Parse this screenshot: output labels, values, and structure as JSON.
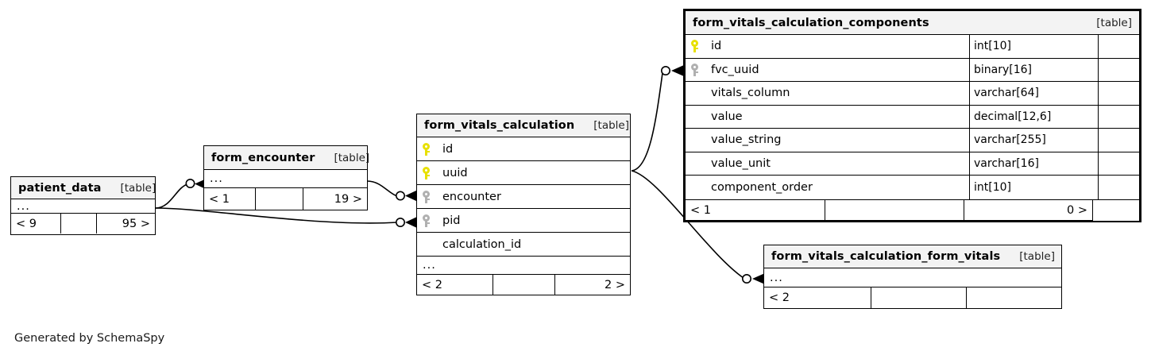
{
  "meta": {
    "credit": "Generated by SchemaSpy",
    "table_tag": "[table]",
    "ellipsis": "...",
    "colors": {
      "primary_key": "#e8e000",
      "foreign_key": "#b0b0b0",
      "header_bg": "#f3f3f3",
      "border": "#000000",
      "page_bg": "#ffffff"
    }
  },
  "tables": {
    "patient_data": {
      "name": "patient_data",
      "tag": "[table]",
      "rows": [
        {
          "name": "...",
          "type": "",
          "key": "none",
          "ellipsis": true
        }
      ],
      "footer": {
        "left": "< 9",
        "middle": "",
        "right": "95 >"
      }
    },
    "form_encounter": {
      "name": "form_encounter",
      "tag": "[table]",
      "rows": [
        {
          "name": "...",
          "type": "",
          "key": "none",
          "ellipsis": true
        }
      ],
      "footer": {
        "left": "< 1",
        "middle": "",
        "right": "19 >"
      }
    },
    "form_vitals_calculation": {
      "name": "form_vitals_calculation",
      "tag": "[table]",
      "rows": [
        {
          "name": "id",
          "type": "",
          "key": "pk",
          "ellipsis": false
        },
        {
          "name": "uuid",
          "type": "",
          "key": "pk",
          "ellipsis": false
        },
        {
          "name": "encounter",
          "type": "",
          "key": "fk",
          "ellipsis": false
        },
        {
          "name": "pid",
          "type": "",
          "key": "fk",
          "ellipsis": false
        },
        {
          "name": "calculation_id",
          "type": "",
          "key": "none",
          "ellipsis": false
        },
        {
          "name": "...",
          "type": "",
          "key": "none",
          "ellipsis": true
        }
      ],
      "footer": {
        "left": "< 2",
        "middle": "",
        "right": "2 >"
      }
    },
    "form_vitals_calculation_components": {
      "name": "form_vitals_calculation_components",
      "tag": "[table]",
      "rows": [
        {
          "name": "id",
          "type": "int[10]",
          "key": "pk",
          "ellipsis": false
        },
        {
          "name": "fvc_uuid",
          "type": "binary[16]",
          "key": "fk",
          "ellipsis": false
        },
        {
          "name": "vitals_column",
          "type": "varchar[64]",
          "key": "none",
          "ellipsis": false
        },
        {
          "name": "value",
          "type": "decimal[12,6]",
          "key": "none",
          "ellipsis": false
        },
        {
          "name": "value_string",
          "type": "varchar[255]",
          "key": "none",
          "ellipsis": false
        },
        {
          "name": "value_unit",
          "type": "varchar[16]",
          "key": "none",
          "ellipsis": false
        },
        {
          "name": "component_order",
          "type": "int[10]",
          "key": "none",
          "ellipsis": false
        }
      ],
      "footer": {
        "left": "< 1",
        "middle": "",
        "right": "0 >"
      }
    },
    "form_vitals_calculation_form_vitals": {
      "name": "form_vitals_calculation_form_vitals",
      "tag": "[table]",
      "rows": [
        {
          "name": "...",
          "type": "",
          "key": "none",
          "ellipsis": true
        }
      ],
      "footer": {
        "left": "< 2",
        "middle": "",
        "right": ""
      }
    }
  },
  "relationships": [
    {
      "from": "patient_data",
      "to": "form_encounter",
      "style": "crow-foot-optional"
    },
    {
      "from": "patient_data",
      "to": "form_vitals_calculation.pid",
      "style": "crow-foot-optional"
    },
    {
      "from": "form_encounter",
      "to": "form_vitals_calculation.encounter",
      "style": "crow-foot-optional"
    },
    {
      "from": "form_vitals_calculation",
      "to": "form_vitals_calculation_components.fvc_uuid",
      "style": "crow-foot-optional"
    },
    {
      "from": "form_vitals_calculation",
      "to": "form_vitals_calculation_form_vitals",
      "style": "crow-foot-optional"
    }
  ]
}
